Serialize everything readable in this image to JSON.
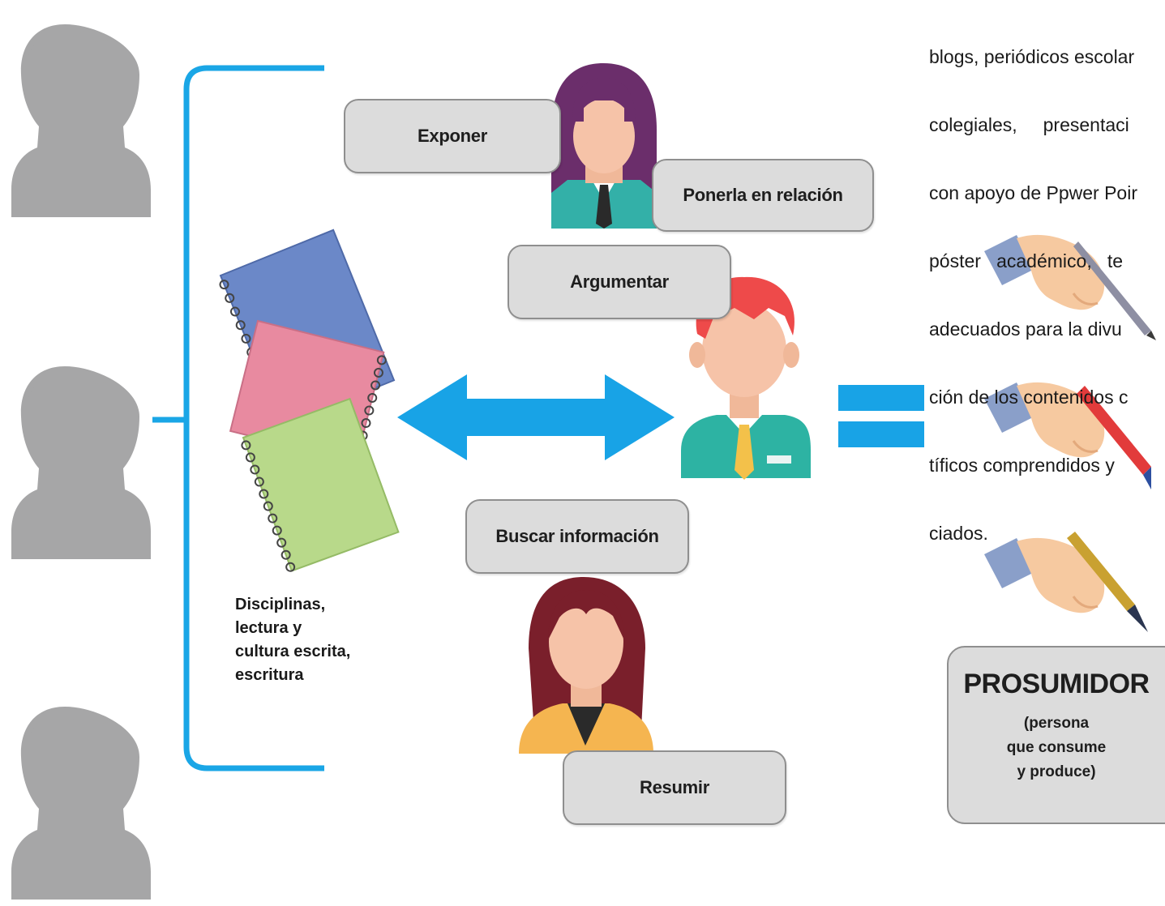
{
  "intro_text": {
    "lines": [
      "blogs, periódicos escolar",
      "colegiales,     presentaci",
      "con apoyo de Ppwer Poir",
      "póster   académico,   te",
      "adecuados para la divu",
      "ción de los contenidos c",
      "tíficos comprendidos y",
      "ciados."
    ]
  },
  "actions": {
    "exponer": "Exponer",
    "ponerla": "Ponerla en relación",
    "argumentar": "Argumentar",
    "buscar": "Buscar información",
    "resumir": "Resumir"
  },
  "disciplines": {
    "lines": [
      "Disciplinas,",
      "lectura y",
      "cultura escrita,",
      "escritura"
    ]
  },
  "prosumidor": {
    "title": "PROSUMIDOR",
    "sub_lines": [
      "(persona",
      "que consume",
      "y produce)"
    ]
  },
  "colors": {
    "bracket_blue": "#1aa6e6",
    "arrow_blue": "#18a3e6",
    "silhouette_gray": "#a6a6a7",
    "label_bg": "#dcdcdc",
    "notebook_blue": "#6b88c8",
    "notebook_pink": "#e88aa0",
    "notebook_green": "#b8d98a"
  },
  "icons": [
    "student-silhouette-icon",
    "notebooks-icon",
    "double-arrow-icon",
    "equals-sign-icon",
    "writing-hand-pencil-icon",
    "writing-hand-marker-icon",
    "writing-hand-pen-icon"
  ]
}
